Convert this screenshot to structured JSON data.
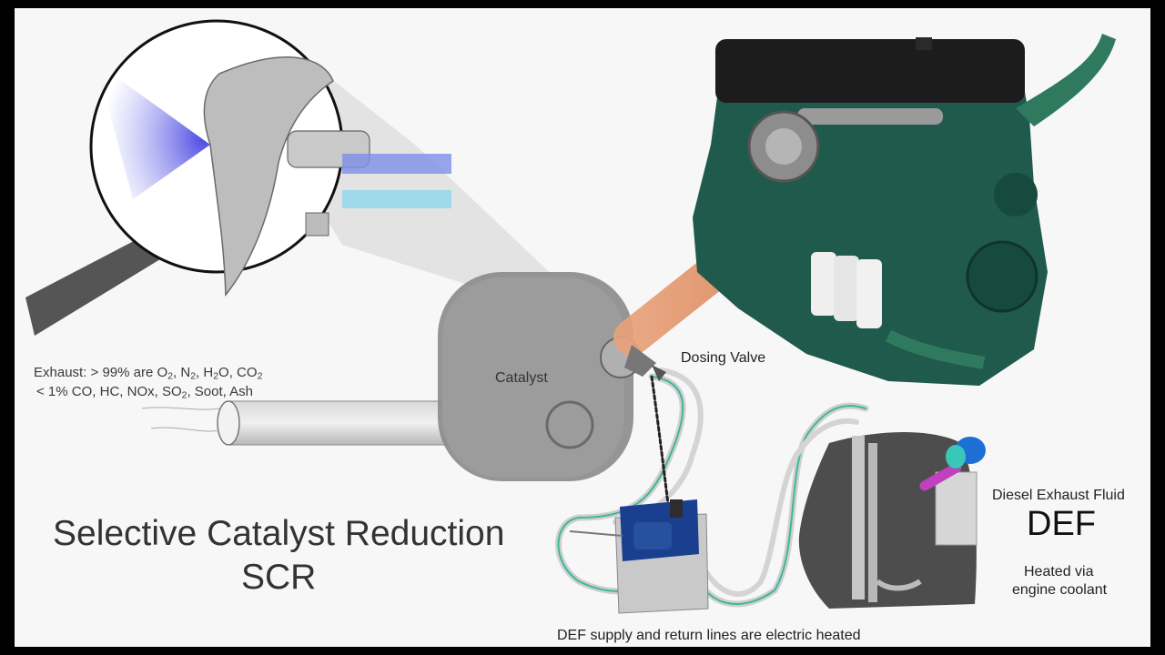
{
  "diagram": {
    "title": "Selective Catalyst Reduction",
    "title_abbr": "SCR",
    "exhaust_note": {
      "line1": {
        "prefix": "Exhaust: > 99% are O",
        "parts": [
          "2",
          ", N",
          "2",
          ", H",
          "2",
          "O, CO",
          "2"
        ]
      },
      "line2": {
        "prefix": "< 1% CO, HC, NOx, SO",
        "parts": [
          "2",
          ", Soot, Ash"
        ]
      }
    },
    "catalyst_label": "Catalyst",
    "dosing_valve_label": "Dosing Valve",
    "def_full_label": "Diesel Exhaust Fluid",
    "def_abbr_label": "DEF",
    "heated_line1": "Heated via",
    "heated_line2": "engine coolant",
    "lines_label": "DEF supply and return lines are electric heated"
  },
  "colors": {
    "engine_green": "#1f5a4d",
    "engine_cover": "#1c1c1c",
    "exhaust_pipe_orange": "#d8875c",
    "def_line_teal": "#3fb79b",
    "pump_blue": "#1b3f8f",
    "spray_violet": "#5f5fe0"
  }
}
